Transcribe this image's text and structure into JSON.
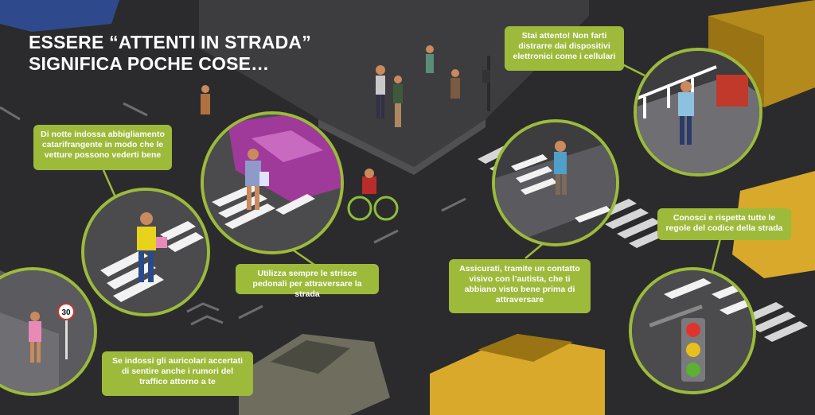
{
  "title": {
    "line1": "ESSERE “ATTENTI IN STRADA”",
    "line2": "SIGNIFICA POCHE COSE…"
  },
  "tips": [
    {
      "id": "reflective",
      "text": "Di notte indossa abbigliamento catarifrangente in modo che le vetture possono vederti bene"
    },
    {
      "id": "crosswalk",
      "text": "Utilizza sempre le strisce pedonali per attraversare la strada"
    },
    {
      "id": "earphones",
      "text": "Se indossi gli auricolari accertati di sentire anche i rumori del traffico attorno a te"
    },
    {
      "id": "eye-contact",
      "text": "Assicurati, tramite un contatto visivo con l’autista, che ti abbiano visto bene prima di attraversare"
    },
    {
      "id": "no-phone",
      "text": "Stai attento! Non farti distrarre dai dispositivi elettronici come i cellulari"
    },
    {
      "id": "rules",
      "text": "Conosci e rispetta tutte le regole del codice della strada"
    }
  ],
  "speed_sign": {
    "value": "30"
  },
  "colors": {
    "accent": "#9dba3b",
    "road": "#2b2b2d",
    "sidewalk": "#4a4a4c",
    "stripe": "#ffffff"
  }
}
